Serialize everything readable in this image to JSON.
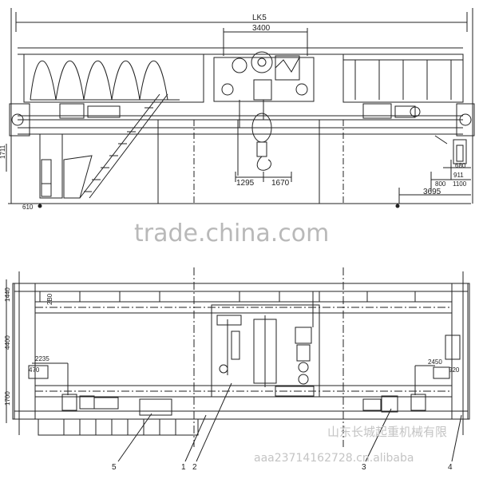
{
  "elevation": {
    "dims": {
      "span": "LK5",
      "top_width": "3400",
      "hook_left": "1295",
      "hook_right": "1670",
      "right_1": "3695",
      "right_2": "800",
      "right_3": "911",
      "right_4": "1100",
      "right_5": "680",
      "left_1": "1711",
      "bottom_left": "610"
    }
  },
  "plan": {
    "dims": {
      "left_top": "1440",
      "left_mid": "4400",
      "left_bot": "1700",
      "rail_gap": "2B0",
      "left_inner": "2235",
      "left_small": "470",
      "right_inner": "2450",
      "right_small": "920"
    },
    "callouts": [
      "5",
      "1",
      "2",
      "3",
      "4"
    ]
  },
  "watermarks": {
    "center": "trade.china.com",
    "company": "山东长城起重机械有限",
    "code": "aaa23714162728.cn.alibaba"
  }
}
